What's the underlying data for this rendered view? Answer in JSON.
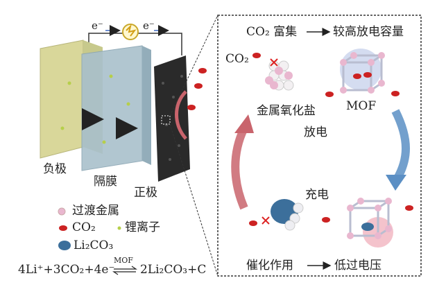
{
  "battery": {
    "electron_left": "e⁻",
    "electron_right": "e⁻",
    "anode_label": "负极",
    "separator_label": "隔膜",
    "cathode_label": "正极"
  },
  "legend": {
    "transition_metal": "过渡金属",
    "co2": "CO₂",
    "li_ion": "锂离子",
    "li2co3": "Li₂CO₃"
  },
  "equation": {
    "left": "4Li⁺+3CO₂+4e⁻",
    "catalyst": "MOF",
    "right": "2Li₂CO₃+C"
  },
  "panel": {
    "top_left": "CO₂ 富集",
    "top_right": "较高放电容量",
    "co2_label": "CO₂",
    "metal_oxide": "金属氧化盐",
    "mof": "MOF",
    "discharge": "放电",
    "charge": "充电",
    "bottom_left": "催化作用",
    "bottom_right": "低过电压"
  },
  "colors": {
    "anode": "#d9d79a",
    "separator": "#a9c0cc",
    "cathode": "#2a2a2a",
    "discharge_arrow": "#5b8fc4",
    "charge_arrow": "#c9646c",
    "metal": "#e9b7cf",
    "li2co3": "#3c6f9b"
  }
}
